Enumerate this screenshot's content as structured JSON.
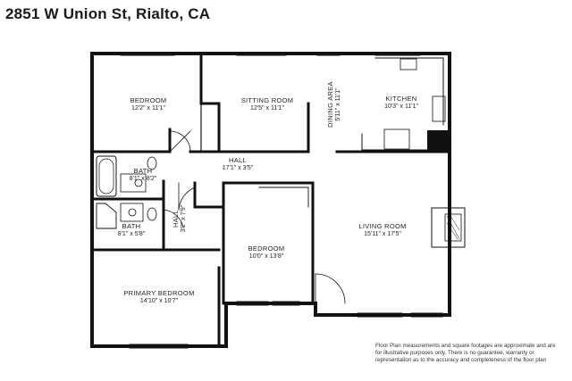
{
  "title": "2851 W Union St, Rialto, CA",
  "rooms": {
    "bedroom1": {
      "name": "BEDROOM",
      "dim": "12'2\" x 11'1\""
    },
    "sitting": {
      "name": "SITTING ROOM",
      "dim": "12'5\" x 11'1\""
    },
    "dining": {
      "name": "DINING AREA",
      "dim": "5'11\" x 11'1\""
    },
    "kitchen": {
      "name": "KITCHEN",
      "dim": "10'3\" x 11'1\""
    },
    "bath1": {
      "name": "BATH",
      "dim": "8'1\" x 8'2\""
    },
    "hall1": {
      "name": "HALL",
      "dim": "17'1\" x 3'5\""
    },
    "bath2": {
      "name": "BATH",
      "dim": "8'1\" x 5'8\""
    },
    "hall2": {
      "name": "HALL",
      "dim": "3'2\" x 7'9\""
    },
    "bedroom2": {
      "name": "BEDROOM",
      "dim": "10'0\" x 13'8\""
    },
    "living": {
      "name": "LIVING ROOM",
      "dim": "15'11\" x 17'5\""
    },
    "primary": {
      "name": "PRIMARY BEDROOM",
      "dim": "14'10\" x 10'7\""
    }
  },
  "disclaimer": "Floor Plan measurements and square footages are approximate and are for illustrative purposes only. There is no guarantee, warranty or representation as to the accuracy and completeness of the floor plan"
}
